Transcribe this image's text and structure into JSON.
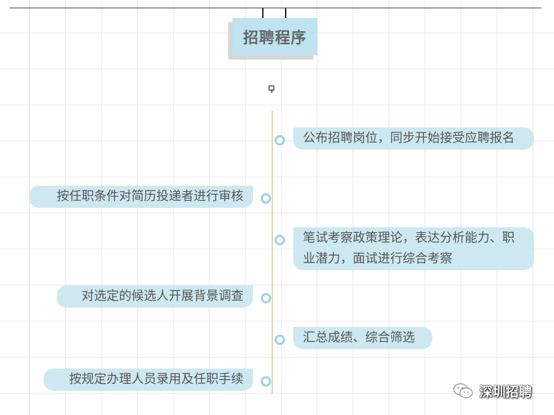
{
  "title": "招聘程序",
  "steps": [
    {
      "side": "right",
      "text": "公布招聘岗位，同步开始接受应聘报名"
    },
    {
      "side": "left",
      "text": "按任职条件对简历投递者进行审核"
    },
    {
      "side": "right",
      "text": "笔试考察政策理论，表达分析能力、职业潜力，面试进行综合考察"
    },
    {
      "side": "left",
      "text": "对选定的候选人开展背景调查"
    },
    {
      "side": "right",
      "text": "汇总成绩、综合筛选"
    },
    {
      "side": "left",
      "text": "按规定办理人员录用及任职手续"
    }
  ],
  "watermark": {
    "text": "深圳招聘",
    "icon": "wechat-icon"
  },
  "colors": {
    "title_bg": "#bfe3ef",
    "step_bg": "#cde8f1",
    "timeline": "#d8a571",
    "dot_ring": "#9fd0e4"
  }
}
